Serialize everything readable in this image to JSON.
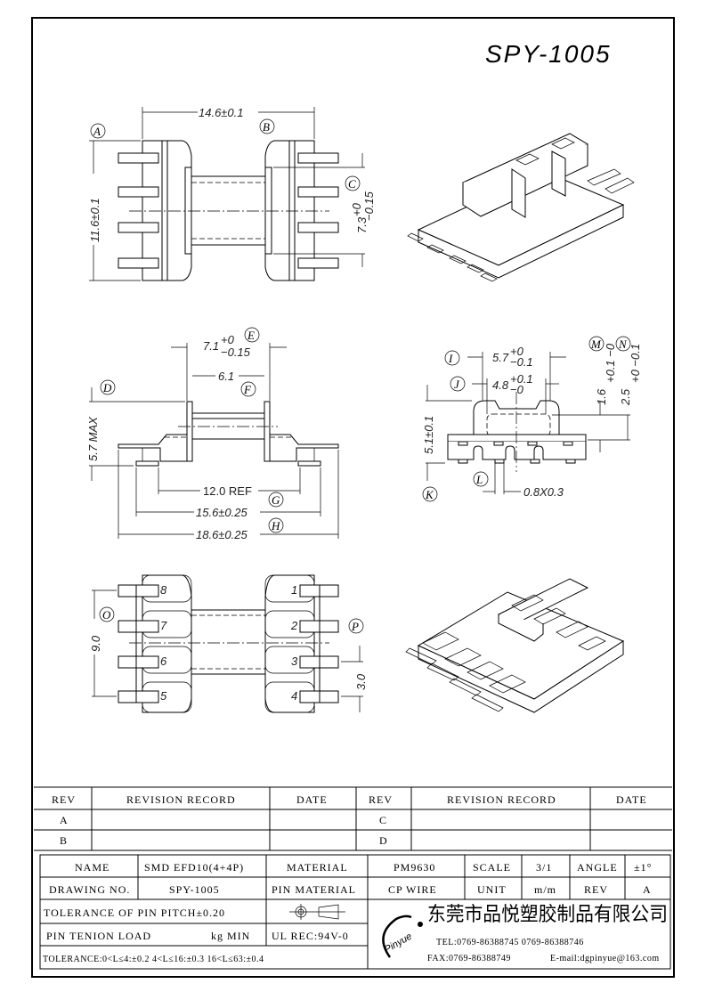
{
  "title": "SPY-1005",
  "top_view": {
    "width_dim": "14.6±0.1",
    "height_dim": "11.6±0.1",
    "pin_span_dim": "7.3",
    "pin_span_tol_plus": "+0",
    "pin_span_tol_minus": "−0.15",
    "labels": [
      "A",
      "B",
      "C"
    ]
  },
  "side_view": {
    "flange_dim": "7.1",
    "flange_tol_plus": "+0",
    "flange_tol_minus": "−0.15",
    "inner_dim": "6.1",
    "height_dim": "5.7 MAX",
    "ref_dim": "12.0 REF",
    "mid_dim": "15.6±0.25",
    "overall_dim": "18.6±0.25",
    "labels": [
      "D",
      "E",
      "F",
      "G",
      "H"
    ]
  },
  "end_view": {
    "outer_dim": "5.7",
    "outer_tol_plus": "+0",
    "outer_tol_minus": "−0.1",
    "inner_dim": "4.8",
    "inner_tol_plus": "+0.1",
    "inner_tol_minus": "−0",
    "height_dim": "5.1±0.1",
    "m_dim": "1.6",
    "m_tol": "+0.1 −0",
    "n_dim": "2.5",
    "n_tol": "+0 −0.1",
    "pin_dim": "0.8X0.3",
    "labels": [
      "I",
      "J",
      "K",
      "L",
      "M",
      "N"
    ]
  },
  "pin_view": {
    "pins": [
      "1",
      "2",
      "3",
      "4",
      "5",
      "6",
      "7",
      "8"
    ],
    "span_dim": "9.0",
    "pitch_dim": "3.0",
    "labels": [
      "O",
      "P"
    ]
  },
  "revision_table": {
    "headers": [
      "REV",
      "REVISION RECORD",
      "DATE",
      "REV",
      "REVISION RECORD",
      "DATE"
    ],
    "rows": [
      [
        "A",
        "",
        "",
        "C",
        "",
        ""
      ],
      [
        "B",
        "",
        "",
        "D",
        "",
        ""
      ]
    ]
  },
  "title_block": {
    "name_label": "NAME",
    "name_value": "SMD EFD10(4+4P)",
    "material_label": "MATERIAL",
    "material_value": "PM9630",
    "scale_label": "SCALE",
    "scale_value": "3/1",
    "angle_label": "ANGLE",
    "angle_value": "±1°",
    "drawing_no_label": "DRAWING NO.",
    "drawing_no_value": "SPY-1005",
    "pin_material_label": "PIN MATERIAL",
    "pin_material_value": "CP WIRE",
    "unit_label": "UNIT",
    "unit_value": "m/m",
    "rev_label": "REV",
    "rev_value": "A",
    "pin_pitch_tolerance": "TOLERANCE OF PIN PITCH±0.20",
    "pin_tension": "PIN TENION LOAD",
    "pin_tension_unit": "kg MIN",
    "ul_rec": "UL REC:94V-0",
    "tolerance": "TOLERANCE:0<L≤4:±0.2  4<L≤16:±0.3  16<L≤63:±0.4"
  },
  "company": {
    "logo": "Pinyue",
    "name": "东莞市品悦塑胶制品有限公司",
    "tel": "TEL:0769-86388745    0769-86388746",
    "fax": "FAX:0769-86388749",
    "email": "E-mail:dgpinyue@163.com"
  }
}
